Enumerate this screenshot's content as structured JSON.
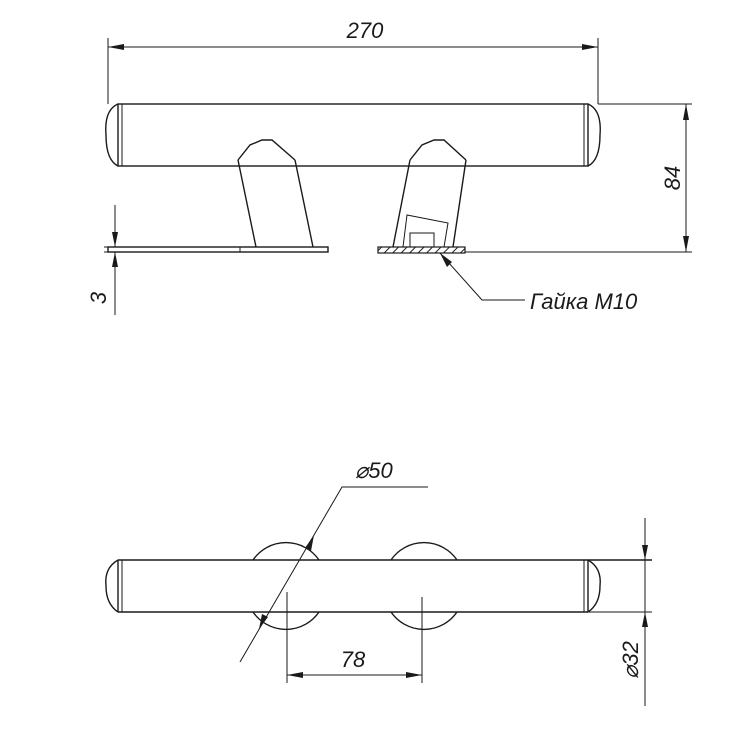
{
  "drawing": {
    "front_view": {
      "overall_length": "270",
      "height": "84",
      "plate_thickness": "3",
      "callout": "Гайка М10"
    },
    "top_view": {
      "base_diameter": "⌀50",
      "post_spacing": "78",
      "bar_diameter": "⌀32"
    }
  }
}
